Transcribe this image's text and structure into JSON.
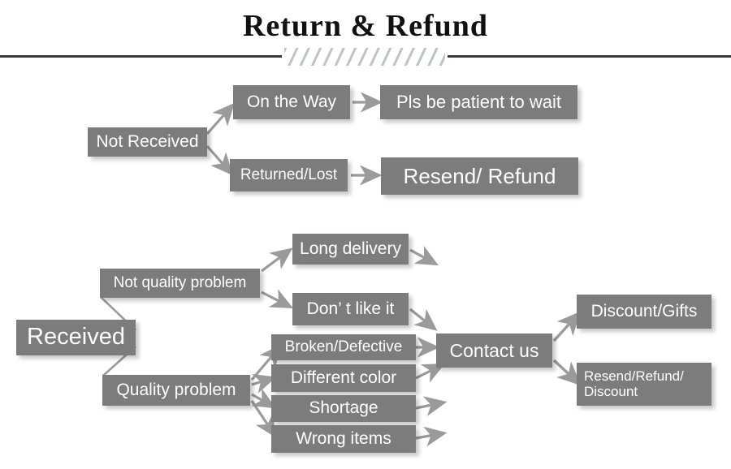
{
  "header": {
    "title": "Return & Refund",
    "divider_style": "line-hatch-line"
  },
  "colors": {
    "box_fill": "#7c7c7c",
    "box_text": "#ffffff",
    "arrow": "#9a9a9a",
    "line": "#9a9a9a",
    "title_text": "#111111",
    "rule": "#3a3a3a",
    "hatch": "#bfc3c7",
    "background": "#ffffff"
  },
  "flow": {
    "branch_not_received": {
      "root_label": "Not Received",
      "on_the_way_label": "On the Way",
      "on_the_way_result_label": "Pls be patient to wait",
      "returned_lost_label": "Returned/Lost",
      "returned_lost_result_label": "Resend/ Refund"
    },
    "branch_received": {
      "root_label": "Received",
      "not_quality_label": "Not quality problem",
      "quality_label": "Quality problem",
      "not_quality_items": [
        "Long delivery",
        "Don’  t like it"
      ],
      "quality_items": [
        "Broken/Defective",
        "Different color",
        "Shortage",
        "Wrong items"
      ],
      "contact_label": "Contact us",
      "outcomes": [
        "Discount/Gifts",
        "Resend/Refund/\nDiscount"
      ]
    }
  }
}
